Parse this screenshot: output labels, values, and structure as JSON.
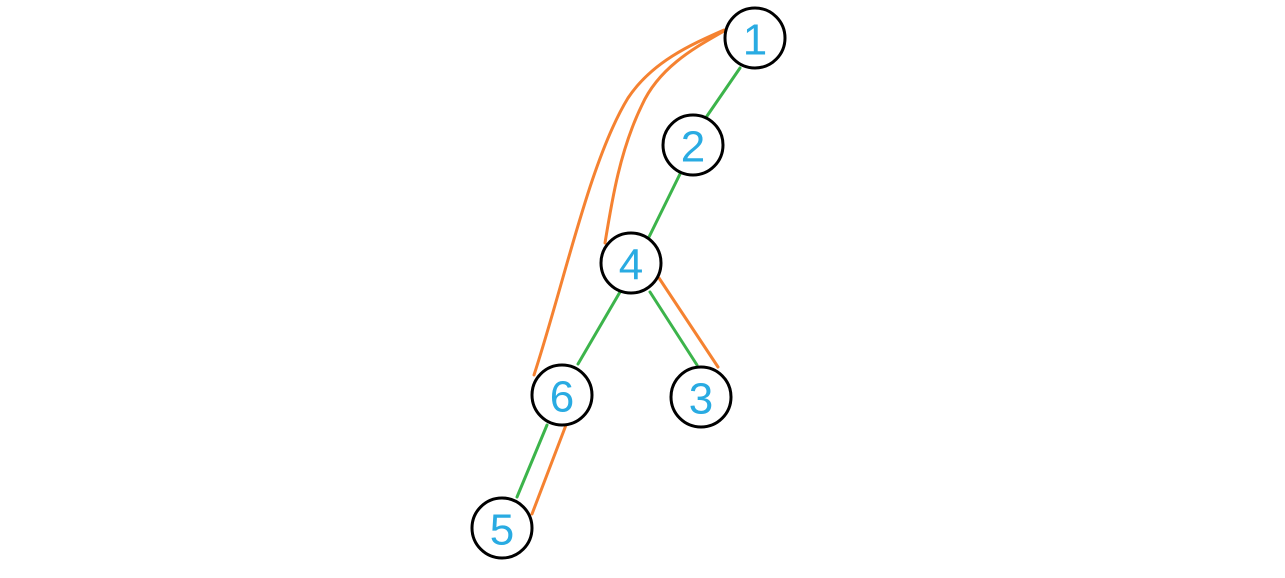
{
  "colors": {
    "tree_edge": "#3cb44b",
    "back_edge": "#f58231",
    "label": "#29abe2",
    "node_stroke": "#000000",
    "node_fill": "#ffffff"
  },
  "nodes": [
    {
      "id": "1",
      "label": "1"
    },
    {
      "id": "2",
      "label": "2"
    },
    {
      "id": "4",
      "label": "4"
    },
    {
      "id": "6",
      "label": "6"
    },
    {
      "id": "3",
      "label": "3"
    },
    {
      "id": "5",
      "label": "5"
    }
  ],
  "tree_edges": [
    {
      "from": "1",
      "to": "2"
    },
    {
      "from": "2",
      "to": "4"
    },
    {
      "from": "4",
      "to": "6"
    },
    {
      "from": "4",
      "to": "3"
    },
    {
      "from": "6",
      "to": "5"
    }
  ],
  "extra_edges": [
    {
      "from": "1",
      "to": "6"
    },
    {
      "from": "1",
      "to": "4"
    },
    {
      "from": "4",
      "to": "3"
    },
    {
      "from": "6",
      "to": "5"
    }
  ]
}
